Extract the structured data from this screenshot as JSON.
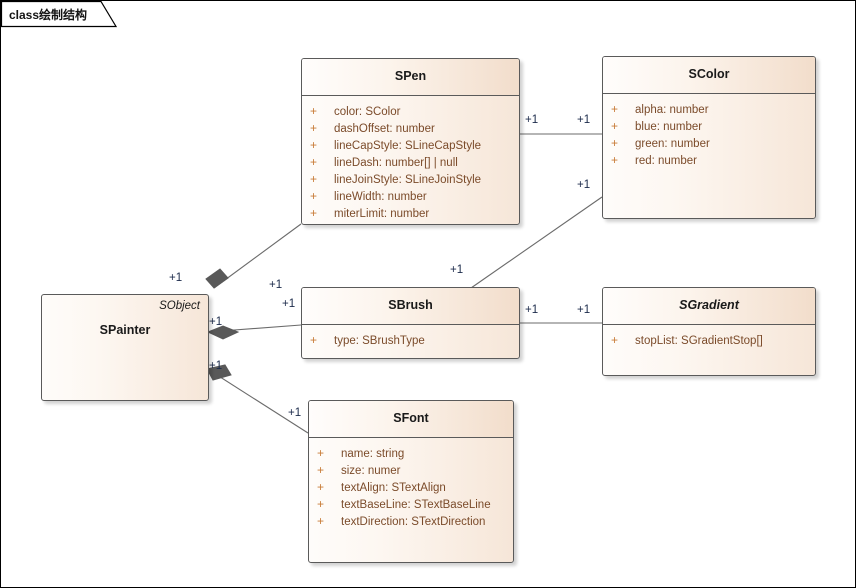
{
  "diagram": {
    "tab_label": "class绘制结构",
    "background_color": "#ffffff",
    "border_color": "#000000"
  },
  "classes": [
    {
      "id": "spainter",
      "name": "SPainter",
      "stereotype": "SObject",
      "abstract": false,
      "has_compartment": false,
      "attributes": []
    },
    {
      "id": "spen",
      "name": "SPen",
      "stereotype": "",
      "abstract": false,
      "has_compartment": true,
      "attributes": [
        {
          "visibility": "+",
          "text": "color: SColor"
        },
        {
          "visibility": "+",
          "text": "dashOffset: number"
        },
        {
          "visibility": "+",
          "text": "lineCapStyle: SLineCapStyle"
        },
        {
          "visibility": "+",
          "text": "lineDash: number[] | null"
        },
        {
          "visibility": "+",
          "text": "lineJoinStyle: SLineJoinStyle"
        },
        {
          "visibility": "+",
          "text": "lineWidth: number"
        },
        {
          "visibility": "+",
          "text": "miterLimit: number"
        }
      ]
    },
    {
      "id": "scolor",
      "name": "SColor",
      "stereotype": "",
      "abstract": false,
      "has_compartment": true,
      "attributes": [
        {
          "visibility": "+",
          "text": "alpha: number"
        },
        {
          "visibility": "+",
          "text": "blue: number"
        },
        {
          "visibility": "+",
          "text": "green: number"
        },
        {
          "visibility": "+",
          "text": "red: number"
        }
      ]
    },
    {
      "id": "sbrush",
      "name": "SBrush",
      "stereotype": "",
      "abstract": false,
      "has_compartment": true,
      "attributes": [
        {
          "visibility": "+",
          "text": "type: SBrushType"
        }
      ]
    },
    {
      "id": "sgradient",
      "name": "SGradient",
      "stereotype": "",
      "abstract": true,
      "has_compartment": true,
      "attributes": [
        {
          "visibility": "+",
          "text": "stopList: SGradientStop[]"
        }
      ]
    },
    {
      "id": "sfont",
      "name": "SFont",
      "stereotype": "",
      "abstract": false,
      "has_compartment": true,
      "attributes": [
        {
          "visibility": "+",
          "text": "name: string"
        },
        {
          "visibility": "+",
          "text": "size: numer"
        },
        {
          "visibility": "+",
          "text": "textAlign: STextAlign"
        },
        {
          "visibility": "+",
          "text": "textBaseLine: STextBaseLine"
        },
        {
          "visibility": "+",
          "text": "textDirection: STextDirection"
        }
      ]
    }
  ],
  "connectors": [
    {
      "id": "spainter-spen",
      "source": "SPainter",
      "target": "SPen",
      "type": "composition",
      "source_multiplicity": "+1",
      "target_multiplicity": "+1"
    },
    {
      "id": "spainter-sbrush",
      "source": "SPainter",
      "target": "SBrush",
      "type": "composition",
      "source_multiplicity": "+1",
      "target_multiplicity": "+1"
    },
    {
      "id": "spainter-sfont",
      "source": "SPainter",
      "target": "SFont",
      "type": "composition",
      "source_multiplicity": "+1",
      "target_multiplicity": "+1"
    },
    {
      "id": "spen-scolor",
      "source": "SPen",
      "target": "SColor",
      "type": "association",
      "source_multiplicity": "+1",
      "target_multiplicity": "+1"
    },
    {
      "id": "sbrush-scolor",
      "source": "SBrush",
      "target": "SColor",
      "type": "association",
      "source_multiplicity": "+1",
      "target_multiplicity": "+1"
    },
    {
      "id": "sbrush-sgradient",
      "source": "SBrush",
      "target": "SGradient",
      "type": "association",
      "source_multiplicity": "+1",
      "target_multiplicity": "+1"
    }
  ],
  "multiplicity_labels": [
    {
      "id": "m-spen-left",
      "text": "+1"
    },
    {
      "id": "m-spainter-top",
      "text": "+1"
    },
    {
      "id": "m-spen-right",
      "text": "+1"
    },
    {
      "id": "m-scolor-left",
      "text": "+1"
    },
    {
      "id": "m-scolor-bottom",
      "text": "+1"
    },
    {
      "id": "m-sbrush-topleft",
      "text": "+1"
    },
    {
      "id": "m-spainter-mid",
      "text": "+1"
    },
    {
      "id": "m-sbrush-left",
      "text": "+1"
    },
    {
      "id": "m-sbrush-right",
      "text": "+1"
    },
    {
      "id": "m-sgradient-left",
      "text": "+1"
    },
    {
      "id": "m-spainter-bot",
      "text": "+1"
    },
    {
      "id": "m-sfont-left",
      "text": "+1"
    }
  ]
}
